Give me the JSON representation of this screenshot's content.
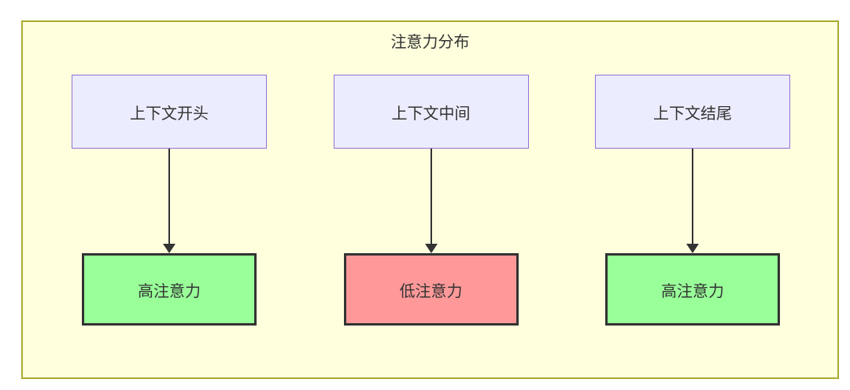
{
  "diagram": {
    "type": "flowchart",
    "title": "注意力分布",
    "columns": [
      {
        "source": "上下文开头",
        "target": "高注意力",
        "target_type": "high"
      },
      {
        "source": "上下文中间",
        "target": "低注意力",
        "target_type": "low"
      },
      {
        "source": "上下文结尾",
        "target": "高注意力",
        "target_type": "high"
      }
    ],
    "colors": {
      "container_background": "#FFFFDE",
      "container_border": "#AAAA33",
      "source_box_fill": "#ECECFF",
      "source_box_border": "#9370DB",
      "high_attention_fill": "#99FF99",
      "low_attention_fill": "#FF9999",
      "target_box_border": "#333333",
      "arrow": "#333333",
      "text": "#333333"
    }
  }
}
